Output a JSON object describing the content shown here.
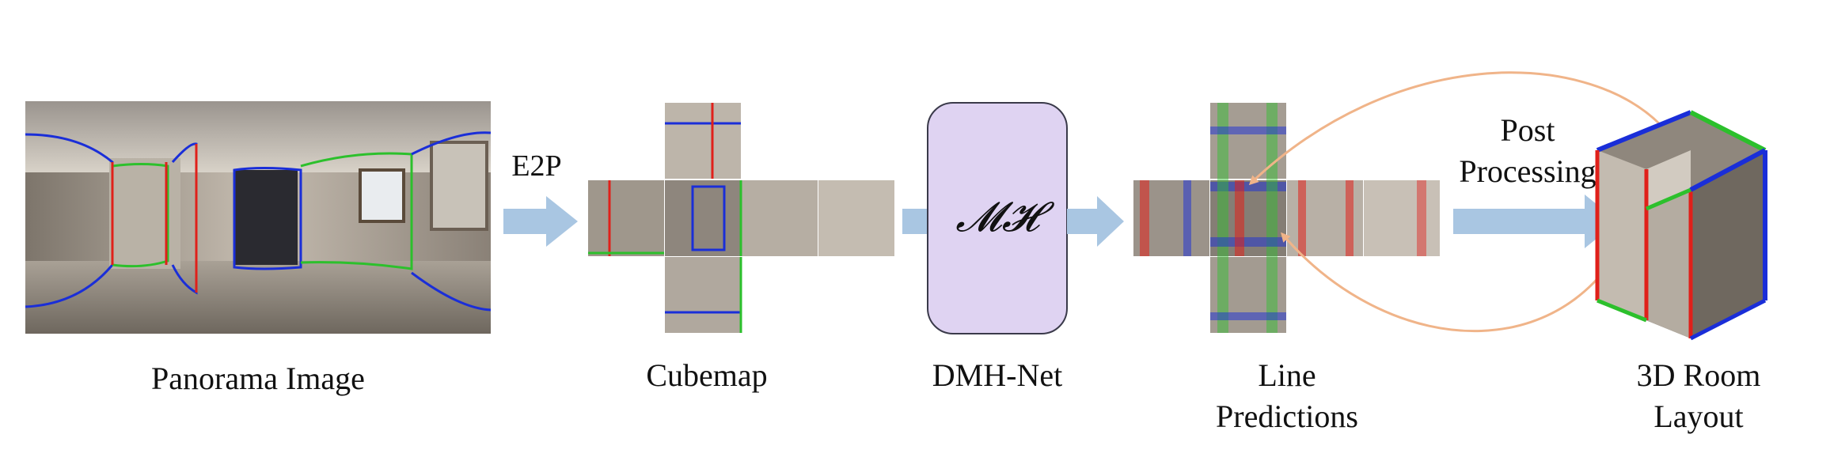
{
  "labels": {
    "panorama": "Panorama Image",
    "e2p": "E2P",
    "cubemap": "Cubemap",
    "network": "DMH-Net",
    "network_symbol": "𝓜𝓗",
    "line_predictions_1": "Line",
    "line_predictions_2": "Predictions",
    "post_processing_1": "Post",
    "post_processing_2": "Processing",
    "room_layout_1": "3D Room",
    "room_layout_2": "Layout"
  },
  "colors": {
    "arrow": "#a9c6e2",
    "curve_arrow": "#f0b489",
    "network_fill": "#dfd3f2",
    "network_stroke": "#3a3a4a",
    "line_red": "#e0201a",
    "line_green": "#2cc02c",
    "line_blue": "#1a2ed8"
  }
}
